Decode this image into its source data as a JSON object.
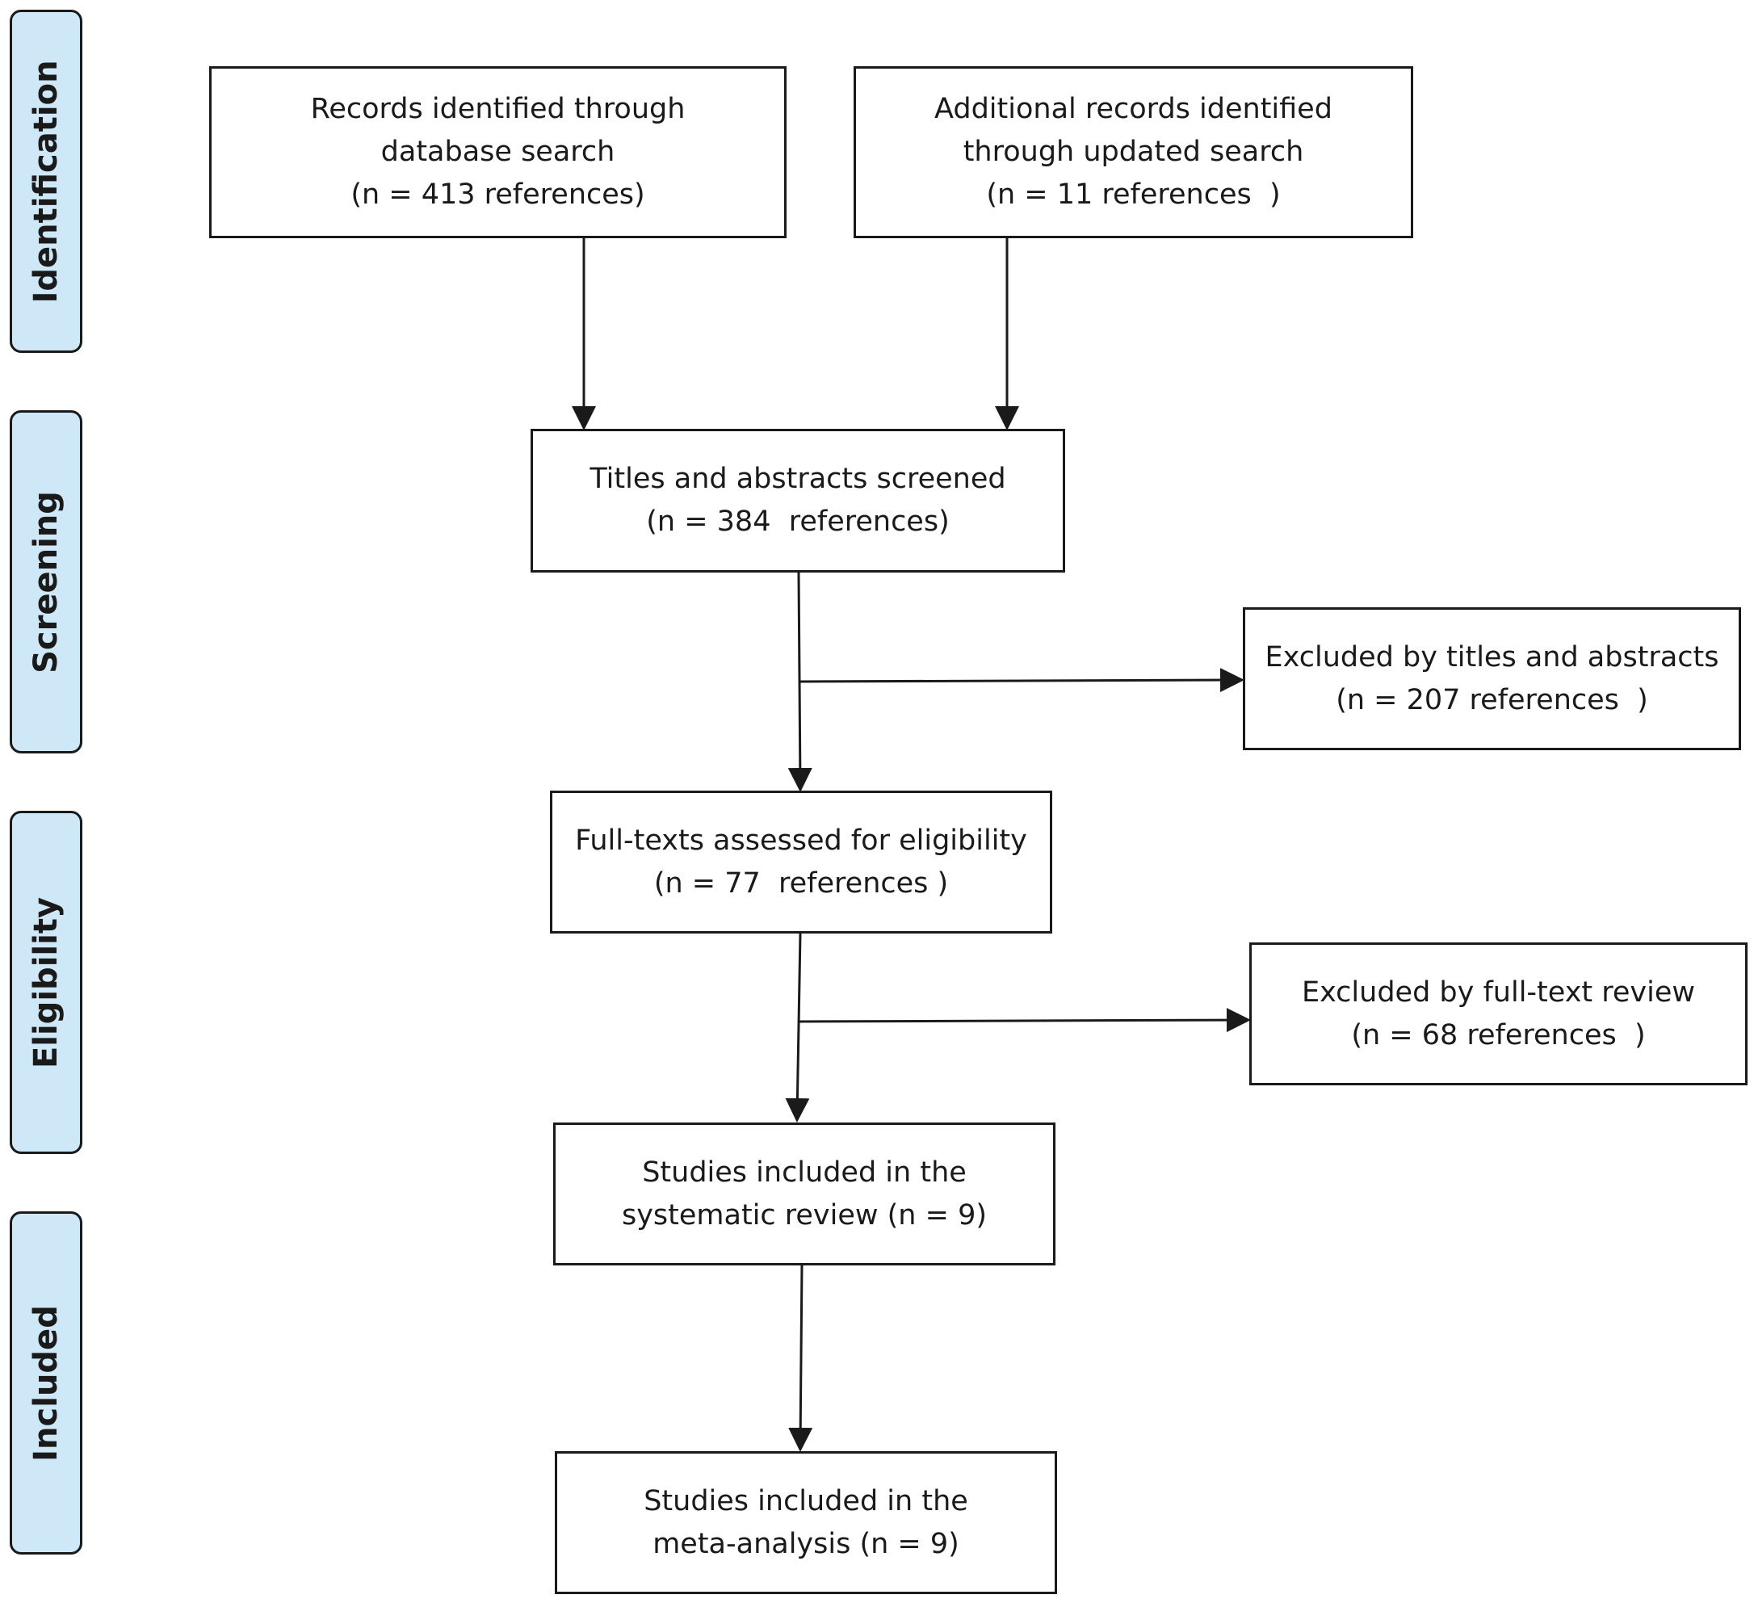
{
  "stages": {
    "identification": "Identification",
    "screening": "Screening",
    "eligibility": "Eligibility",
    "included": "Included"
  },
  "boxes": {
    "database_search": [
      "Records identified through",
      "database search",
      "(n = 413 references)"
    ],
    "updated_search": [
      "Additional records identified",
      "through updated search",
      "(n = 11 references  )"
    ],
    "screened": [
      "Titles and abstracts screened",
      "(n = 384  references)"
    ],
    "excluded_titles": [
      "Excluded by titles and abstracts",
      "(n = 207 references  )"
    ],
    "full_texts": [
      "Full-texts assessed for eligibility",
      "(n = 77  references )"
    ],
    "excluded_fulltext": [
      "Excluded by full-text review",
      "(n = 68 references  )"
    ],
    "systematic_review": [
      "Studies included in the",
      "systematic review (n = 9)"
    ],
    "meta_analysis": [
      "Studies included in the",
      "meta-analysis (n = 9)"
    ]
  }
}
